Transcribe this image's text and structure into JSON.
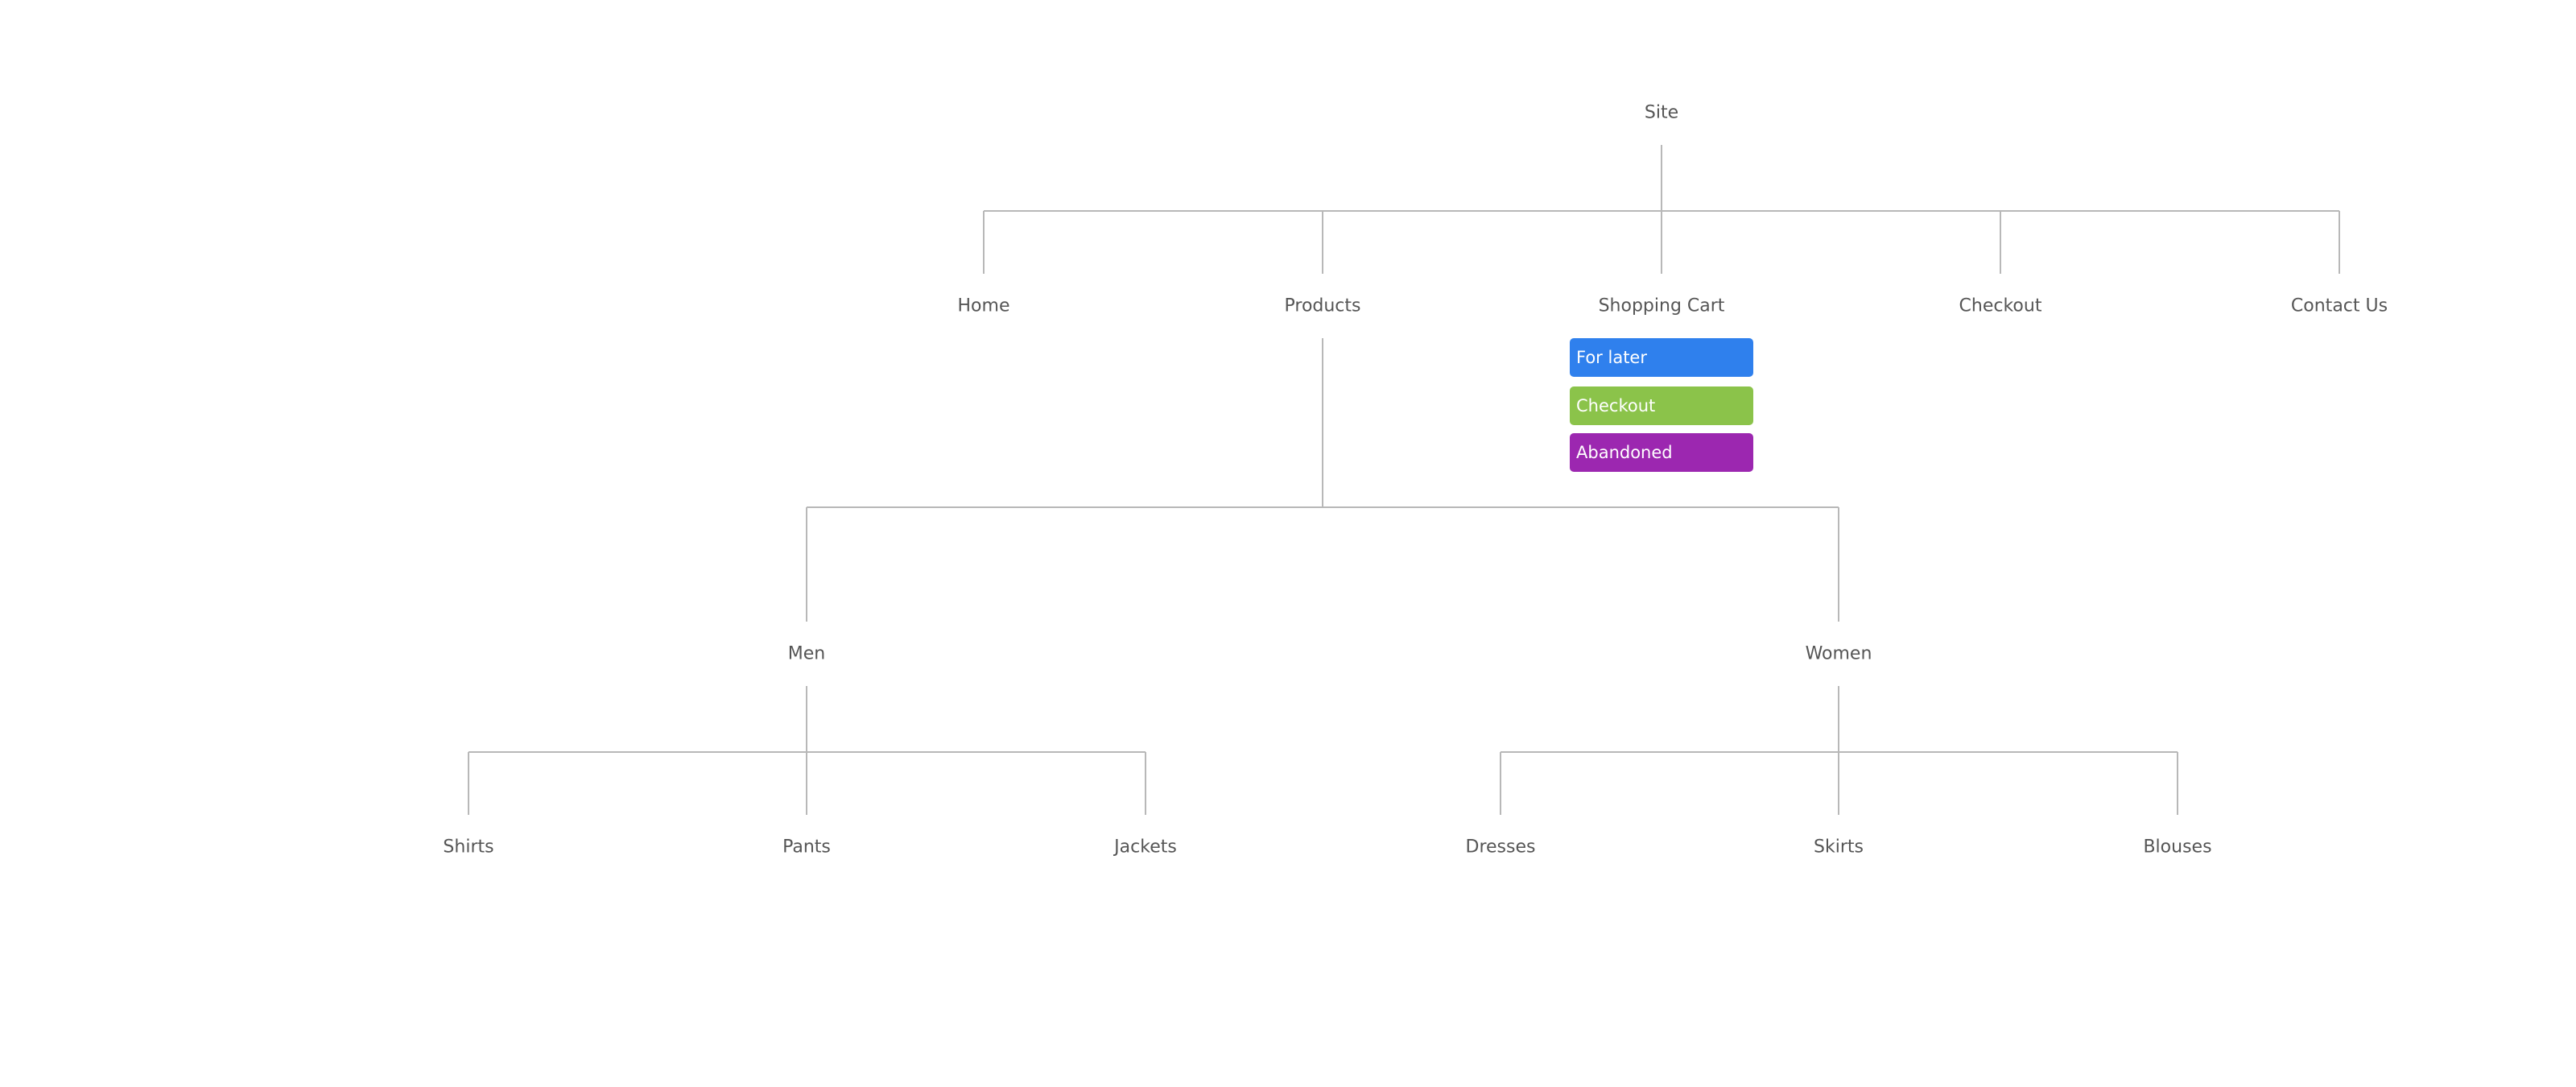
{
  "colors": {
    "connector": "#b8b8b8",
    "node_text": "#555555",
    "tag_for_later": "#2f80ed",
    "tag_checkout": "#8bc34a",
    "tag_abandoned": "#9c27b0"
  },
  "nodes": {
    "site": "Site",
    "home": "Home",
    "products": "Products",
    "shopping_cart": "Shopping Cart",
    "checkout": "Checkout",
    "contact_us": "Contact Us",
    "men": "Men",
    "women": "Women",
    "shirts": "Shirts",
    "pants": "Pants",
    "jackets": "Jackets",
    "dresses": "Dresses",
    "skirts": "Skirts",
    "blouses": "Blouses"
  },
  "shopping_cart_tags": [
    {
      "label": "For later",
      "color": "#2f80ed"
    },
    {
      "label": "Checkout",
      "color": "#8bc34a"
    },
    {
      "label": "Abandoned",
      "color": "#9c27b0"
    }
  ]
}
